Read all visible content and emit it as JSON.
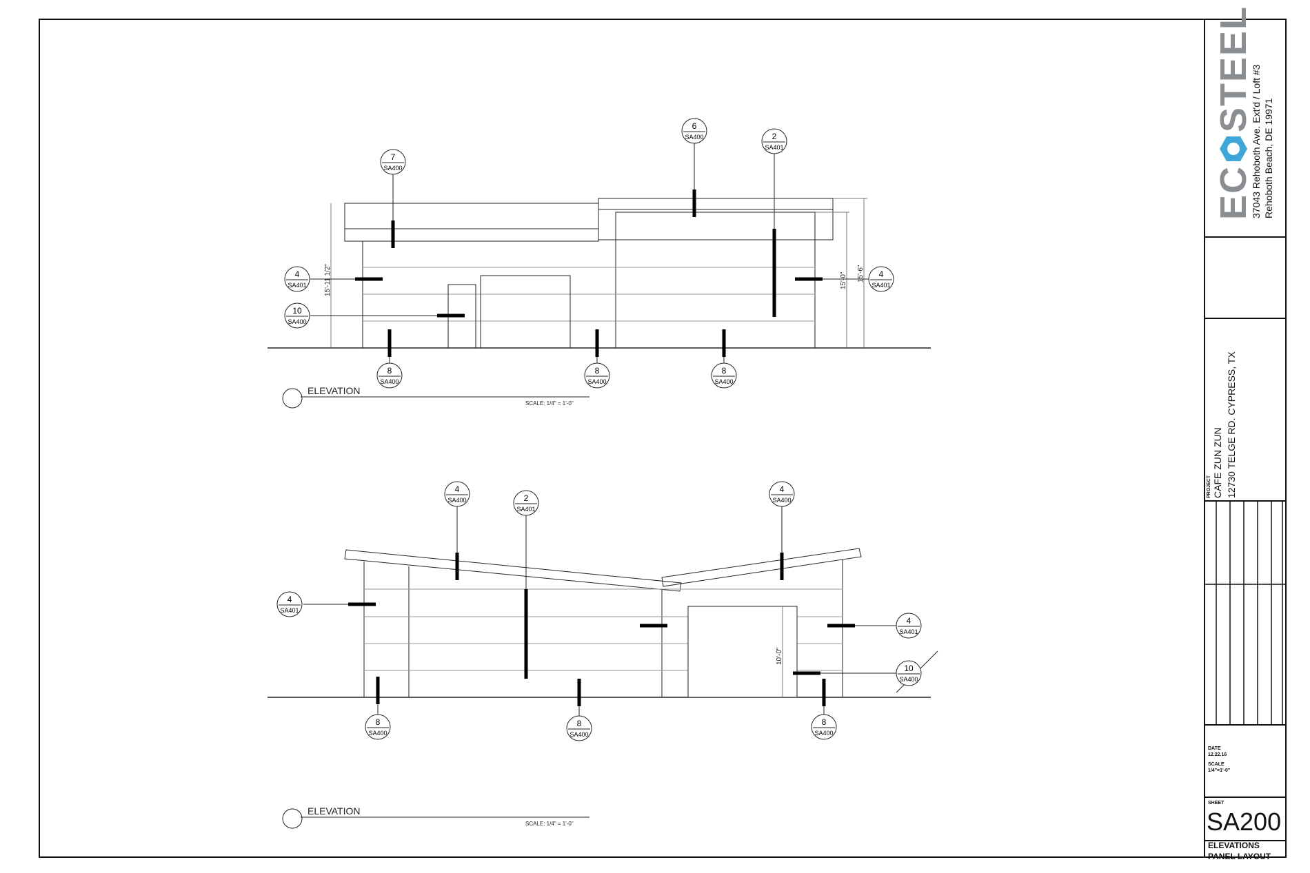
{
  "title_block": {
    "logo_left": "EC",
    "logo_right": "STEEL",
    "logo_icon": "nut-icon",
    "logo_color": "#8a8e93",
    "logo_accent": "#3ea7d8",
    "address_line1": "37043 Rehoboth Ave. Ext'd / Loft #3",
    "address_line2": "Rehoboth Beach, DE 19971",
    "project_label": "PROJECT",
    "project_name": "CAFE ZUN ZUN",
    "project_address": "12730 TELGE RD.   CYPRESS, TX",
    "date_label": "DATE",
    "date_value": "12.22.16",
    "scale_label": "SCALE",
    "scale_value": "1/4\"=1'-0\"",
    "sheet_label": "SHEET",
    "sheet_number": "SA200",
    "sheet_title_line1": "ELEVATIONS",
    "sheet_title_line2": "PANEL LAYOUT"
  },
  "elevations": [
    {
      "title": "ELEVATION",
      "scale": "SCALE: 1/4\" = 1'-0\"",
      "dimensions": [
        "15'-11 1/2\"",
        "15'-0\"",
        "15'-6\""
      ],
      "callouts": [
        {
          "num": "7",
          "sheet": "SA400"
        },
        {
          "num": "6",
          "sheet": "SA400"
        },
        {
          "num": "2",
          "sheet": "SA401"
        },
        {
          "num": "4",
          "sheet": "SA401"
        },
        {
          "num": "10",
          "sheet": "SA400"
        },
        {
          "num": "4",
          "sheet": "SA401"
        },
        {
          "num": "8",
          "sheet": "SA400"
        },
        {
          "num": "8",
          "sheet": "SA400"
        },
        {
          "num": "8",
          "sheet": "SA400"
        }
      ]
    },
    {
      "title": "ELEVATION",
      "scale": "SCALE: 1/4\" = 1'-0\"",
      "dimensions": [
        "10'-0\""
      ],
      "callouts": [
        {
          "num": "4",
          "sheet": "SA400"
        },
        {
          "num": "2",
          "sheet": "SA401"
        },
        {
          "num": "4",
          "sheet": "SA400"
        },
        {
          "num": "4",
          "sheet": "SA401"
        },
        {
          "num": "4",
          "sheet": "SA401"
        },
        {
          "num": "10",
          "sheet": "SA400"
        },
        {
          "num": "8",
          "sheet": "SA400"
        },
        {
          "num": "8",
          "sheet": "SA400"
        },
        {
          "num": "8",
          "sheet": "SA400"
        }
      ]
    }
  ]
}
